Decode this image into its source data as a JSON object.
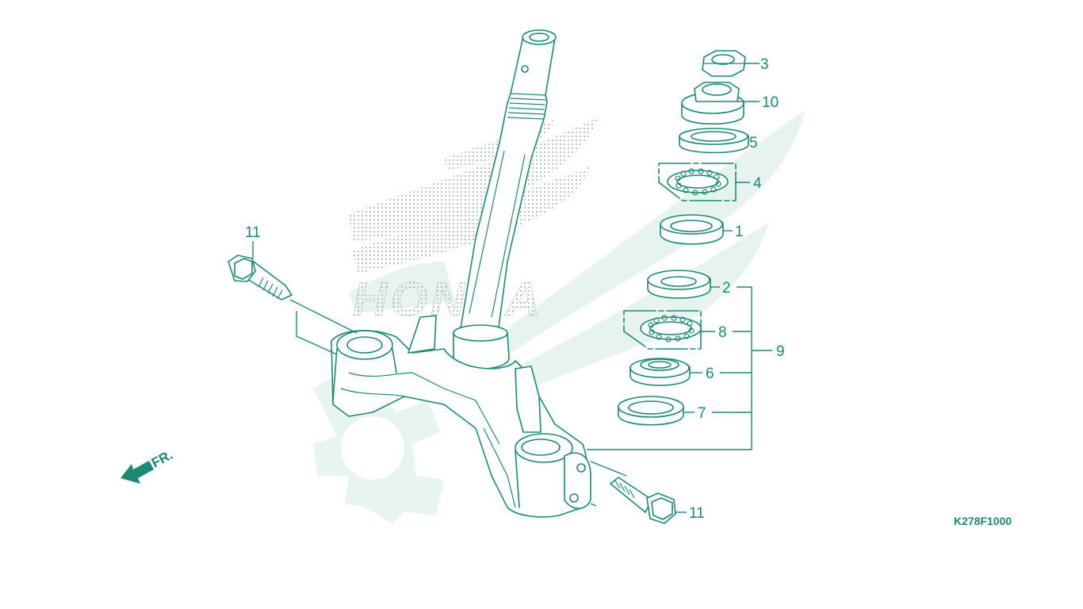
{
  "colors": {
    "ink": "#1a8a74",
    "watermark": "#e6f3ee",
    "watermark_dots": "#a8b3b0"
  },
  "watermark": {
    "brand": "HONDA"
  },
  "callouts": [
    {
      "id": "3",
      "label": "3"
    },
    {
      "id": "10",
      "label": "10"
    },
    {
      "id": "5",
      "label": "5"
    },
    {
      "id": "4",
      "label": "4"
    },
    {
      "id": "1",
      "label": "1"
    },
    {
      "id": "2",
      "label": "2"
    },
    {
      "id": "8",
      "label": "8"
    },
    {
      "id": "6",
      "label": "6"
    },
    {
      "id": "7",
      "label": "7"
    },
    {
      "id": "9",
      "label": "9"
    },
    {
      "id": "11a",
      "label": "11"
    },
    {
      "id": "11b",
      "label": "11"
    }
  ],
  "direction": {
    "label": "FR."
  },
  "figure_code": "K278F1000"
}
